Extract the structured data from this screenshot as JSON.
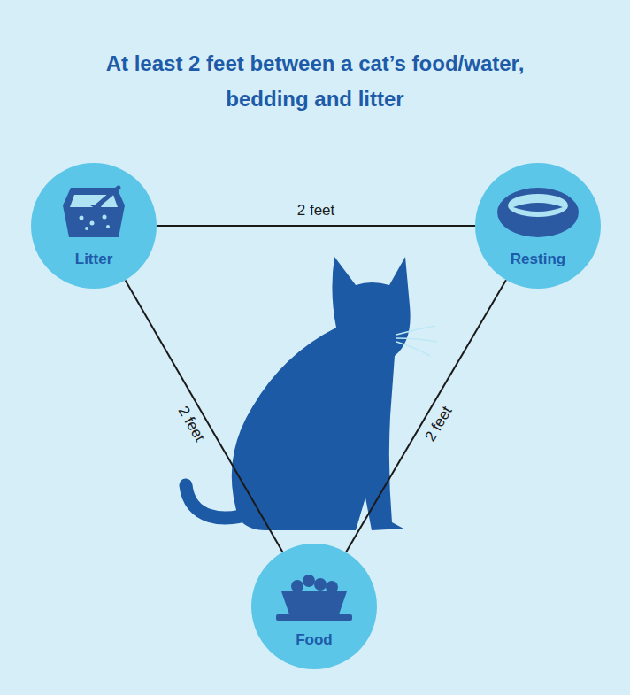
{
  "diagram": {
    "title": "At least 2 feet between a cat’s food/water, bedding and litter",
    "nodes": [
      {
        "text": [
          "Litter"
        ]
      },
      {
        "text": [
          "Resting"
        ]
      },
      {
        "text": [
          "Food"
        ]
      }
    ],
    "edges": [
      {
        "from": 0,
        "to": 1,
        "arrow": "none",
        "label": "2 feet"
      },
      {
        "from": 0,
        "to": 2,
        "arrow": "none",
        "label": "2 feet"
      },
      {
        "from": 1,
        "to": 2,
        "arrow": "none",
        "label": "2 feet"
      }
    ]
  }
}
